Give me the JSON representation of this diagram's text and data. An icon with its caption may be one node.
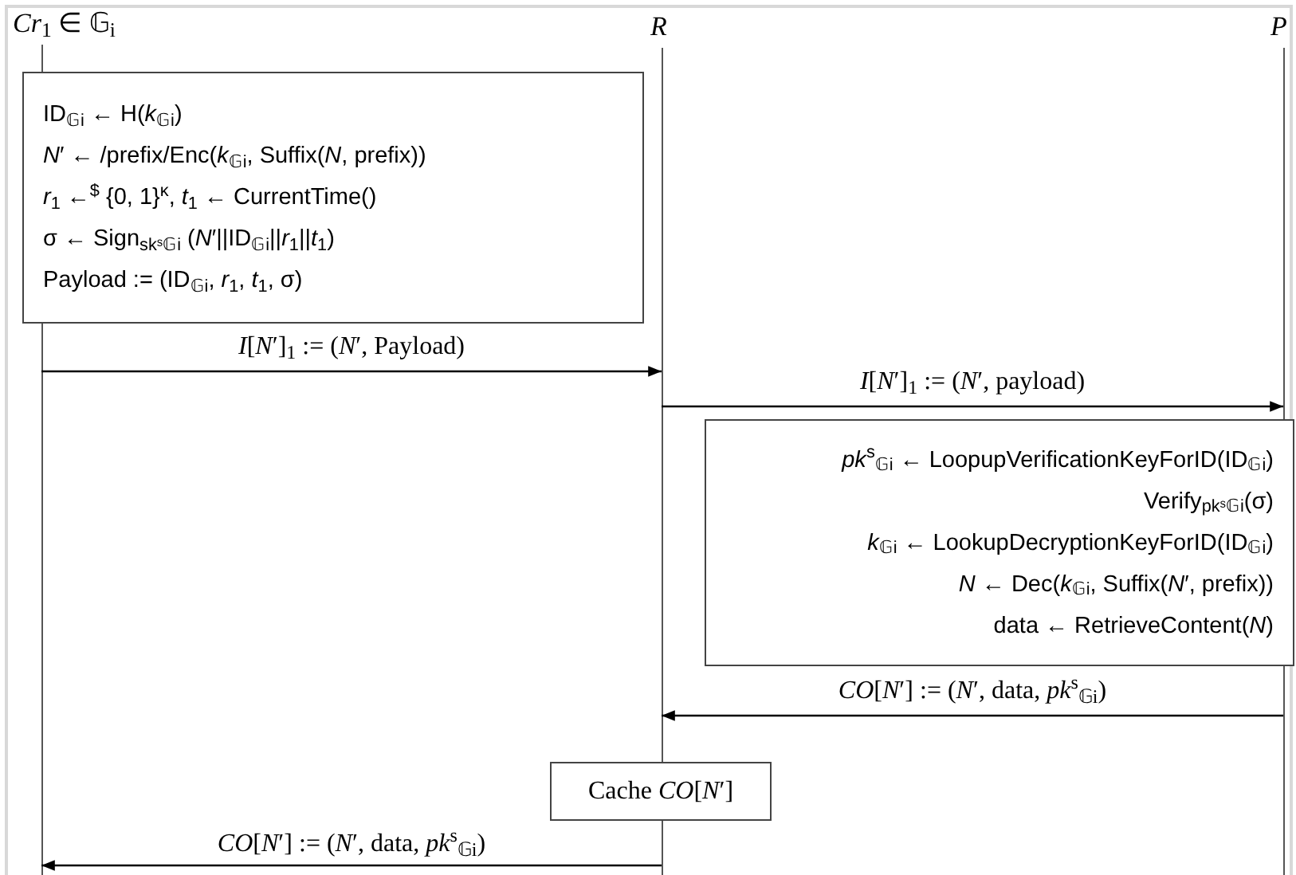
{
  "diagram": {
    "nodes": [
      {
        "text": [
          "*Cr*$_{1}$ ∈ 𝔾$_{i}$"
        ]
      },
      {
        "text": [
          "*R*"
        ]
      },
      {
        "text": [
          "*P*"
        ]
      },
      {
        "text": [
          "ID$_{𝔾i}$ ← H(*k*$_{𝔾i}$)",
          "*N*′ ← /prefix/Enc(*k*$_{𝔾i}$, Suffix(*N*, prefix))",
          "*r*$_{1}$ ←$^{$}$ {0, 1}$^{κ}$, *t*$_{1}$ ← CurrentTime()",
          "σ ← Sign$_{skˢ𝔾i}$ (*N*′||ID$_{𝔾i}$||*r*$_{1}$||*t*$_{1}$)",
          "Payload := (ID$_{𝔾i}$, *r*$_{1}$, *t*$_{1}$, σ)"
        ]
      },
      {
        "text": [
          "*pk*$^{s}$$_{𝔾i}$ ← LoopupVerificationKeyForID(ID$_{𝔾i}$)",
          "Verify$_{pkˢ𝔾i}$(σ)",
          "*k*$_{𝔾i}$ ← LookupDecryptionKeyForID(ID$_{𝔾i}$)",
          "*N* ← Dec(*k*$_{𝔾i}$, Suffix(*N*′, prefix))",
          "data ← RetrieveContent(*N*)"
        ]
      },
      {
        "text": [
          "Cache *CO*[*N*′]"
        ]
      }
    ],
    "edges": [
      {
        "from": 0,
        "to": 1,
        "arrow": "to",
        "label": "*I*[*N*′]$_{1}$ := (*N*′, Payload)"
      },
      {
        "from": 1,
        "to": 2,
        "arrow": "to",
        "label": "*I*[*N*′]$_{1}$ := (*N*′, payload)"
      },
      {
        "from": 2,
        "to": 1,
        "arrow": "to",
        "label": "*CO*[*N*′] := (*N*′, data, *pk*$^{s}$$_{𝔾i}$)"
      },
      {
        "from": 1,
        "to": 0,
        "arrow": "to",
        "label": "*CO*[*N*′] := (*N*′, data, *pk*$^{s}$$_{𝔾i}$)"
      }
    ]
  }
}
